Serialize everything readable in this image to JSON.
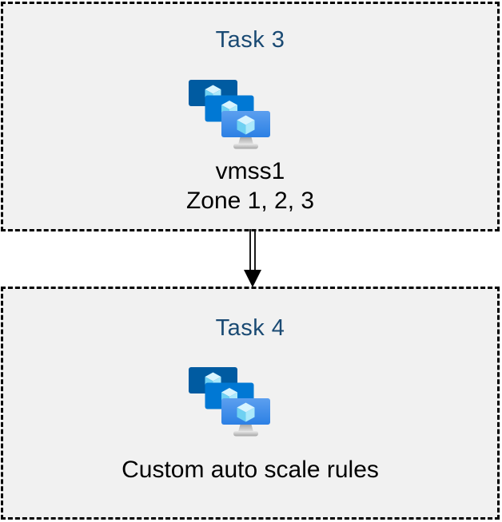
{
  "task3": {
    "title": "Task 3",
    "vm_name": "vmss1",
    "zones": "Zone 1, 2, 3",
    "icon": "vm-scale-sets-icon"
  },
  "task4": {
    "title": "Task 4",
    "label": "Custom auto scale rules",
    "icon": "vm-scale-sets-icon"
  },
  "connector": {
    "type": "double-line-arrow-down",
    "direction": "task3-to-task4"
  },
  "colors": {
    "page_background": "#FFFFFF",
    "box_background": "#F1F1F1",
    "box_border": "#000000",
    "task_title": "#1A4A73",
    "label_text": "#000000",
    "monitor_back": "#005BA1",
    "monitor_middle": "#0078D4",
    "monitor_front_top": "#5C9FEF",
    "monitor_front_bottom": "#2C80E4",
    "cube_top": "#D8F4FE",
    "cube_left": "#6FD1F2",
    "cube_right": "#ABE9FB",
    "stand_light": "#E3E3E3",
    "stand_dark": "#9D9D9D"
  }
}
